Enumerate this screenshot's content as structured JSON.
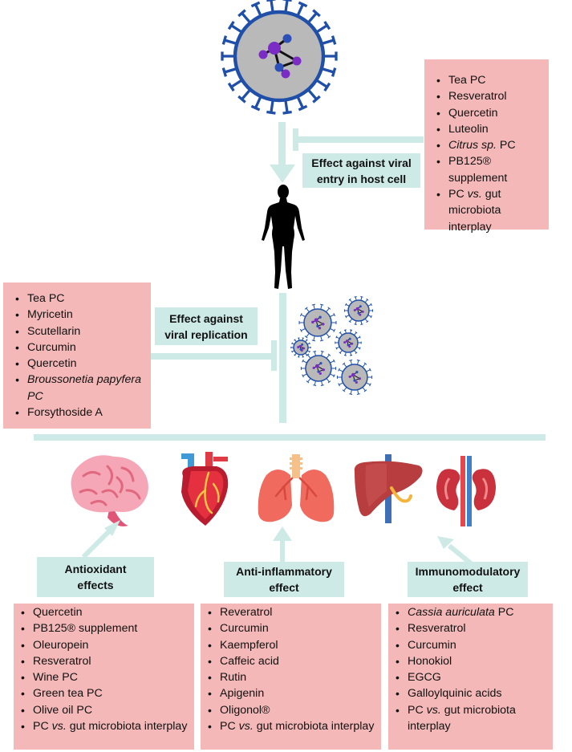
{
  "labels": {
    "viral_entry": "Effect against viral entry in host cell",
    "viral_replication": "Effect against viral replication",
    "antioxidant": "Antioxidant effects",
    "anti_inflammatory": "Anti-inflammatory effect",
    "immunomodulatory": "Immunomodulatory effect"
  },
  "viral_entry_list": [
    {
      "text": "Tea PC",
      "italic_prefix": ""
    },
    {
      "text": "Resveratrol",
      "italic_prefix": ""
    },
    {
      "text": "Quercetin",
      "italic_prefix": ""
    },
    {
      "text": "Luteolin",
      "italic_prefix": ""
    },
    {
      "text": " PC",
      "italic_prefix": "Citrus sp."
    },
    {
      "text": "PB125® supplement",
      "italic_prefix": ""
    },
    {
      "text": "PC vs. gut microbiota interplay",
      "italic_prefix": ""
    }
  ],
  "viral_replication_list": [
    {
      "text": "Tea PC",
      "italic": false
    },
    {
      "text": "Myricetin",
      "italic": false
    },
    {
      "text": "Scutellarin",
      "italic": false
    },
    {
      "text": "Curcumin",
      "italic": false
    },
    {
      "text": "Quercetin",
      "italic": false
    },
    {
      "text": "Broussonetia papyfera PC",
      "italic": true
    },
    {
      "text": "Forsythoside A",
      "italic": false
    }
  ],
  "antioxidant_list": [
    "Quercetin",
    "PB125® supplement",
    "Oleuropein",
    "Resveratrol",
    "Wine PC",
    "Green tea PC",
    "Olive oil PC",
    "PC vs. gut microbiota interplay"
  ],
  "anti_inflammatory_list": [
    "Reveratrol",
    "Curcumin",
    "Kaempferol",
    "Caffeic acid",
    "Rutin",
    "Apigenin",
    "Oligonol®",
    "PC vs. gut microbiota interplay"
  ],
  "immunomodulatory_list": [
    {
      "text": " PC",
      "italic_prefix": "Cassia auriculata"
    },
    {
      "text": "Resveratrol",
      "italic_prefix": ""
    },
    {
      "text": "Curcumin",
      "italic_prefix": ""
    },
    {
      "text": "Honokiol",
      "italic_prefix": ""
    },
    {
      "text": " EGCG",
      "italic_prefix": ""
    },
    {
      "text": "Galloylquinic acids",
      "italic_prefix": ""
    },
    {
      "text": "PC vs. gut microbiota interplay",
      "italic_prefix": ""
    }
  ],
  "icons": [
    "virus-icon",
    "human-silhouette-icon",
    "virus-cluster-icon",
    "brain-icon",
    "heart-icon",
    "lungs-icon",
    "liver-icon",
    "kidneys-icon"
  ],
  "colors": {
    "pink": "#f4b8b8",
    "teal": "#cdeae6",
    "virus_blue": "#1f4fa8",
    "virus_gray": "#b9b9b9"
  }
}
